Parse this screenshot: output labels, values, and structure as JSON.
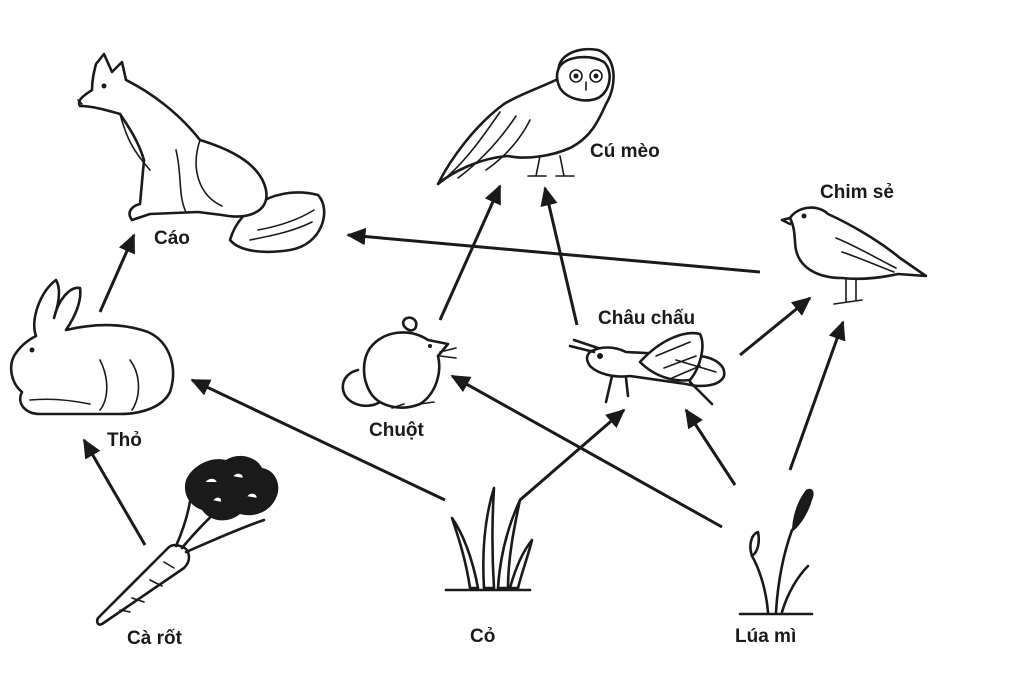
{
  "nodes": {
    "fox": {
      "label": "Cáo",
      "icon": "fox-icon"
    },
    "owl": {
      "label": "Cú mèo",
      "icon": "owl-icon"
    },
    "sparrow": {
      "label": "Chim sẻ",
      "icon": "sparrow-icon"
    },
    "rabbit": {
      "label": "Thỏ",
      "icon": "rabbit-icon"
    },
    "mouse": {
      "label": "Chuột",
      "icon": "mouse-icon"
    },
    "grasshopper": {
      "label": "Châu chấu",
      "icon": "grasshopper-icon"
    },
    "carrot": {
      "label": "Cà rốt",
      "icon": "carrot-icon"
    },
    "grass": {
      "label": "Cỏ",
      "icon": "grass-icon"
    },
    "wheat": {
      "label": "Lúa mì",
      "icon": "wheat-icon"
    }
  },
  "edges": [
    {
      "from": "carrot",
      "to": "rabbit"
    },
    {
      "from": "rabbit",
      "to": "fox"
    },
    {
      "from": "sparrow",
      "to": "fox"
    },
    {
      "from": "mouse",
      "to": "owl"
    },
    {
      "from": "grasshopper",
      "to": "owl"
    },
    {
      "from": "grasshopper",
      "to": "sparrow"
    },
    {
      "from": "grass",
      "to": "rabbit"
    },
    {
      "from": "grass",
      "to": "grasshopper"
    },
    {
      "from": "wheat",
      "to": "mouse"
    },
    {
      "from": "wheat",
      "to": "grasshopper"
    },
    {
      "from": "wheat",
      "to": "sparrow"
    }
  ]
}
